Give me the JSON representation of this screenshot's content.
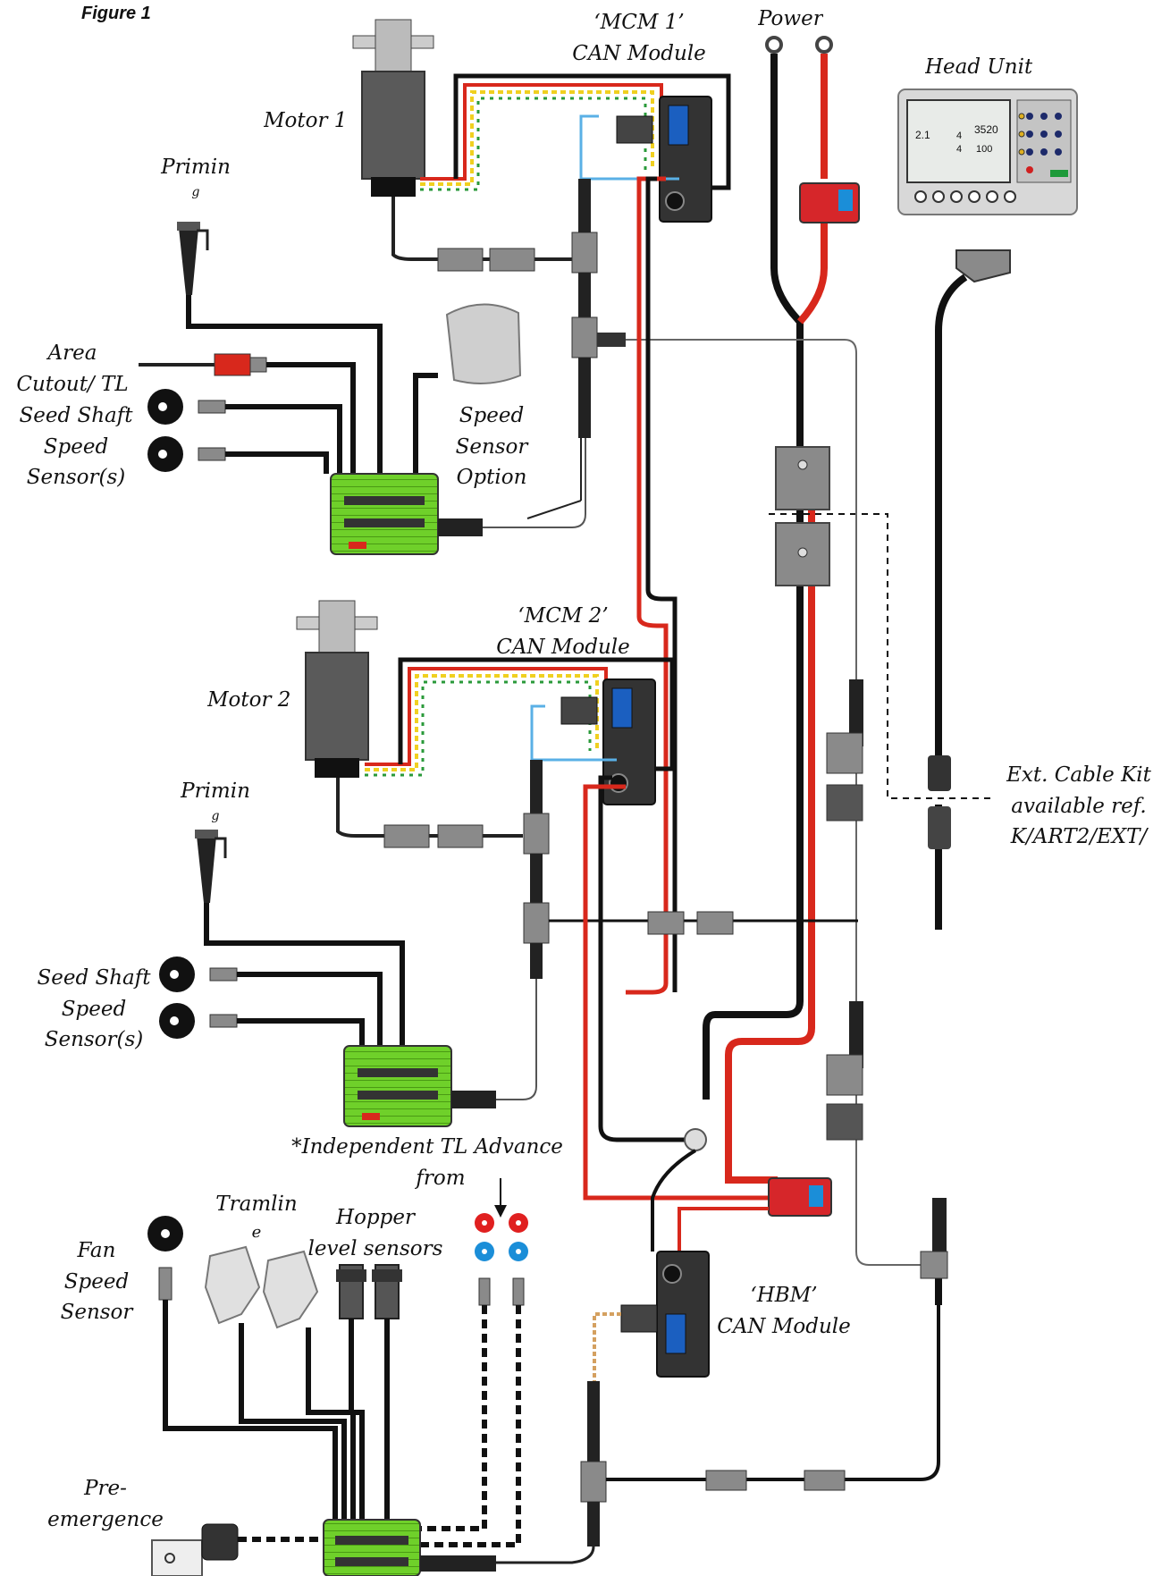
{
  "figure_label": "Figure 1",
  "labels": {
    "mcm1": [
      "‘MCM 1’",
      "CAN Module"
    ],
    "power": "Power",
    "head_unit": "Head Unit",
    "motor1": "Motor 1",
    "priming1": [
      "Primin",
      "g"
    ],
    "area_cutout": [
      "Area",
      "Cutout/ TL"
    ],
    "seed_shaft1": [
      "Seed Shaft",
      "Speed",
      "Sensor(s)"
    ],
    "speed_sensor": [
      "Speed",
      "Sensor",
      "Option"
    ],
    "mcm2": [
      "‘MCM 2’",
      "CAN Module"
    ],
    "motor2": "Motor 2",
    "priming2": [
      "Primin",
      "g"
    ],
    "ext_cable": [
      "Ext. Cable Kit",
      "available ref.",
      "K/ART2/EXT/"
    ],
    "seed_shaft2": [
      "Seed Shaft",
      "Speed",
      "Sensor(s)"
    ],
    "independent_tl": [
      "*Independent TL Advance",
      "from"
    ],
    "tramline": [
      "Tramlin",
      "e"
    ],
    "hopper": [
      "Hopper",
      "level sensors"
    ],
    "fan_speed": [
      "Fan",
      "Speed",
      "Sensor"
    ],
    "hbm": [
      "‘HBM’",
      "CAN Module"
    ],
    "pre_emergence": [
      "Pre-",
      "emergence"
    ]
  },
  "head_unit_display": {
    "left_value": "2.1",
    "mid_value": "4",
    "mid_value_2": "4",
    "big_value": "3520",
    "small_value": "100"
  },
  "colors": {
    "cable": "#111111",
    "power_red": "#d8281c",
    "fuse_red": "#d6262a",
    "module_green": "#6fd02a",
    "connector_grey": "#8a8a8a",
    "led_red": "#e02020",
    "led_blue": "#1b8ed8",
    "data_yellow": "#f0d020",
    "data_green": "#2a9a3a",
    "signal_blue": "#5ab0e6"
  }
}
